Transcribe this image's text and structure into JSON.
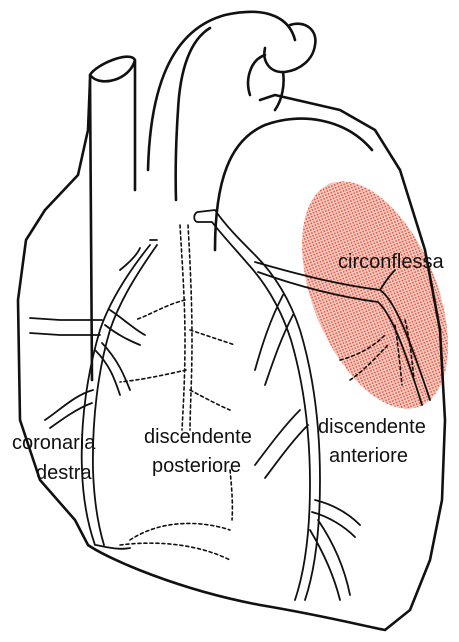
{
  "labels": {
    "circumflex": "circonflessa",
    "right_coronary_line1": "coronaria",
    "right_coronary_line2": "destra",
    "posterior_descending_line1": "discendente",
    "posterior_descending_line2": "posteriore",
    "anterior_descending_line1": "discendente",
    "anterior_descending_line2": "anteriore"
  },
  "colors": {
    "highlight": "#e8604c",
    "ink": "#111111",
    "background": "#ffffff"
  }
}
